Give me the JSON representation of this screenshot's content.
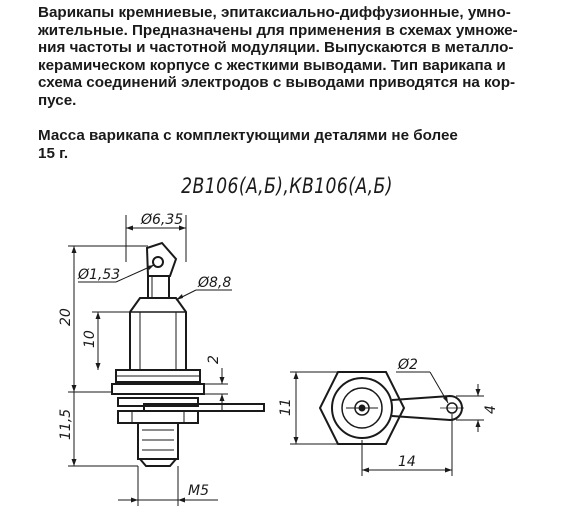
{
  "paragraph1": {
    "lines": [
      "Варикапы кремниевые, эпитаксиально-диффузионные, умно-",
      "жительные. Предназначены для применения в схемах умноже-",
      "ния частоты и частотной модуляции. Выпускаются в металло-",
      "керамическом корпусе с жесткими выводами. Тип варикапа и",
      "схема соединений электродов с выводами приводятся на кор-",
      "пусе."
    ]
  },
  "paragraph2": {
    "lines": [
      "Масса варикапа с комплектующими деталями не более",
      "15 г."
    ]
  },
  "drawing": {
    "title": "2В106(А,Б),КВ106(А,Б)",
    "dimensions": {
      "width_top": "Ø6,35",
      "hole": "Ø1,53",
      "body_diameter": "Ø8,8",
      "overall_height": "20",
      "body_height": "10",
      "flange_thickness": "2",
      "stud_length": "11,5",
      "thread": "M5",
      "lug_hole": "Ø2",
      "hex_size": "11",
      "lug_width": "4",
      "lug_reach": "14"
    }
  }
}
